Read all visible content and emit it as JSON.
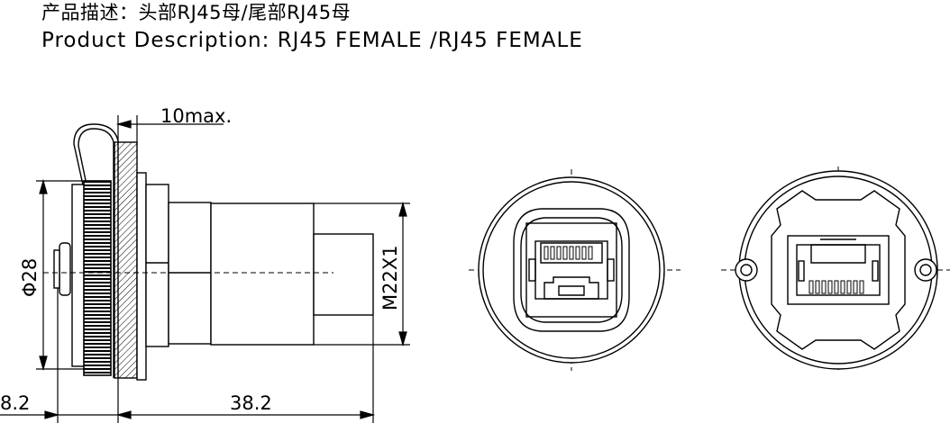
{
  "title_cn": "产品描述：头部RJ45母/尾部RJ45母",
  "title_en": "Product Description: RJ45 FEMALE /RJ45 FEMALE",
  "dims": {
    "max_len": "10max.",
    "diameter": "Φ28",
    "thread": "M22X1",
    "left_len": "8.2",
    "body_len": "38.2"
  }
}
